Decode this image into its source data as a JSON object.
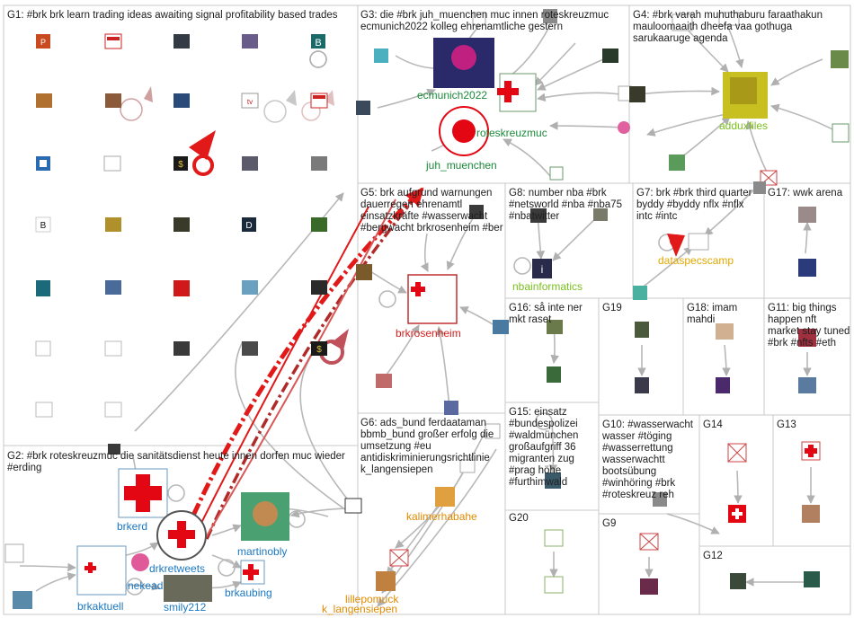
{
  "groups": [
    {
      "id": "G1",
      "label": "G1: #brk brk learn trading ideas awaiting signal profitability based trades"
    },
    {
      "id": "G2",
      "label": "G2: #brk roteskreuzmuc die sanitätsdienst heute innen dorfen muc wieder #erding"
    },
    {
      "id": "G3",
      "label": "G3: die #brk juh_muenchen muc innen roteskreuzmuc ecmunich2022 kolleg ehrenamtliche gestern"
    },
    {
      "id": "G4",
      "label": "G4: #brk varah muhuthaburu faraathakun mauloomaaith dheefa vaa gothuga sarukaaruge agenda"
    },
    {
      "id": "G5",
      "label": "G5: brk aufgrund warnungen dauerregen ehrenamtl einsatzkräfte #wasserwacht #bergwacht brkrosenheim #ber"
    },
    {
      "id": "G6",
      "label": "G6: ads_bund ferdaataman bbmb_bund großer erfolg die umsetzung #eu antidiskriminierungsrichtlinie k_langensiepen"
    },
    {
      "id": "G7",
      "label": "G7: brk #brk third quarter byddy #byddy nflx #nflx intc #intc"
    },
    {
      "id": "G8",
      "label": "G8: number nba #brk #netsworld #nba #nba75 #nbatwitter"
    },
    {
      "id": "G9",
      "label": "G9"
    },
    {
      "id": "G10",
      "label": "G10: #wasserwacht wasser #töging #wasserrettung wasserwachtt bootsübung #winhöring #brk #roteskreuz reh"
    },
    {
      "id": "G11",
      "label": "G11: big things happen nft market stay tuned #brk #nfts #eth"
    },
    {
      "id": "G12",
      "label": "G12"
    },
    {
      "id": "G13",
      "label": "G13"
    },
    {
      "id": "G14",
      "label": "G14"
    },
    {
      "id": "G15",
      "label": "G15: einsatz #bundespolizei #waldmünchen großaufgriff 36 migranten zug #prag höhe #furthimwald"
    },
    {
      "id": "G16",
      "label": "G16: så inte ner mkt raset"
    },
    {
      "id": "G17",
      "label": "G17: wwk arena"
    },
    {
      "id": "G18",
      "label": "G18: imam mahdi"
    },
    {
      "id": "G19",
      "label": "G19"
    },
    {
      "id": "G20",
      "label": "G20"
    }
  ],
  "nodes": [
    {
      "id": "ecmunich2022",
      "label": "ecmunich2022",
      "group": "G3",
      "color": "#1a8a3a"
    },
    {
      "id": "roteskreuzmuc",
      "label": "roteskreuzmuc",
      "group": "G3",
      "color": "#1a8a3a"
    },
    {
      "id": "juh_muenchen",
      "label": "juh_muenchen",
      "group": "G3",
      "color": "#1a8a3a"
    },
    {
      "id": "adduxfiles",
      "label": "adduxfiles",
      "group": "G4",
      "color": "#7bbf1e"
    },
    {
      "id": "brkrosenheim",
      "label": "brkrosenheim",
      "group": "G5",
      "color": "#d62020"
    },
    {
      "id": "nbainformatics",
      "label": "nbainformatics",
      "group": "G8",
      "color": "#7bbf1e"
    },
    {
      "id": "dataspecscamp",
      "label": "dataspecscamp",
      "group": "G7",
      "color": "#e0a800"
    },
    {
      "id": "kalimerhabahe",
      "label": "kalimerhabahe",
      "group": "G6",
      "color": "#e08a00"
    },
    {
      "id": "lillepomuck",
      "label": "lillepomuck",
      "group": "G6",
      "color": "#e08a00"
    },
    {
      "id": "k_langensiepen",
      "label": "k_langensiepen",
      "group": "G6",
      "color": "#e08a00"
    },
    {
      "id": "brkerding",
      "label": "brkerd",
      "group": "G2",
      "color": "#1a78c2"
    },
    {
      "id": "martinobly",
      "label": "martinobly",
      "group": "G2",
      "color": "#1a78c2"
    },
    {
      "id": "drkretweets",
      "label": "drkretweets",
      "group": "G2",
      "color": "#1a78c2"
    },
    {
      "id": "brkaubing",
      "label": "brkaubing",
      "group": "G2",
      "color": "#1a78c2"
    },
    {
      "id": "brkaktuell",
      "label": "brkaktuell",
      "group": "G2",
      "color": "#1a78c2"
    },
    {
      "id": "smily212",
      "label": "smily212",
      "group": "G2",
      "color": "#1a78c2"
    },
    {
      "id": "nekead",
      "label": "nekead",
      "group": "G2",
      "color": "#1a78c2"
    }
  ],
  "colors": {
    "group_border": "#c8c8c8",
    "edge_gray": "#b8b8b8",
    "edge_red": "#e11919",
    "edge_darkred": "#b02a2a",
    "self_loop_red": "#c0505a",
    "red_cross": "#e30613"
  }
}
